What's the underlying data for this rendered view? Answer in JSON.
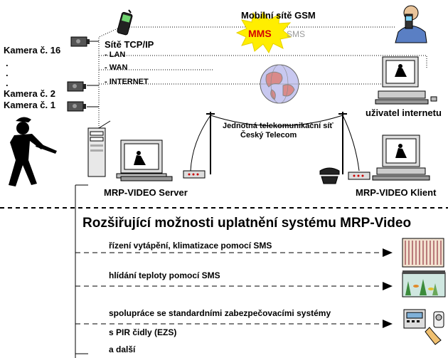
{
  "cameras": {
    "cam16": "Kamera č. 16",
    "dot": ".",
    "cam2": "Kamera č. 2",
    "cam1": "Kamera č. 1"
  },
  "network": {
    "title": "Sítě TCP/IP",
    "lan": "- LAN",
    "wan": "- WAN",
    "internet": "- INTERNET"
  },
  "gsm": {
    "title": "Mobilní sítě GSM",
    "mms": "MMS",
    "sms": "SMS"
  },
  "telecom": {
    "line1": "Jednotná telekomunikační síť",
    "line2": "Český Telecom"
  },
  "labels": {
    "internet_user": "uživatel internetu",
    "server": "MRP-VIDEO Server",
    "client": "MRP-VIDEO Klient"
  },
  "extensions": {
    "heading": "Rozšiřující možnosti uplatnění systému MRP-Video",
    "items": [
      "řízení vytápění, klimatizace pomocí SMS",
      "hlídání teploty pomocí SMS",
      "spolupráce se standardními zabezpečovacími systémy",
      "s PIR čidly (EZS)",
      "a další"
    ]
  },
  "colors": {
    "mms_star": "#ffee00",
    "mms_text": "#d40000",
    "sms_text": "#9a9a9a",
    "globe": "#c8c8f0"
  }
}
